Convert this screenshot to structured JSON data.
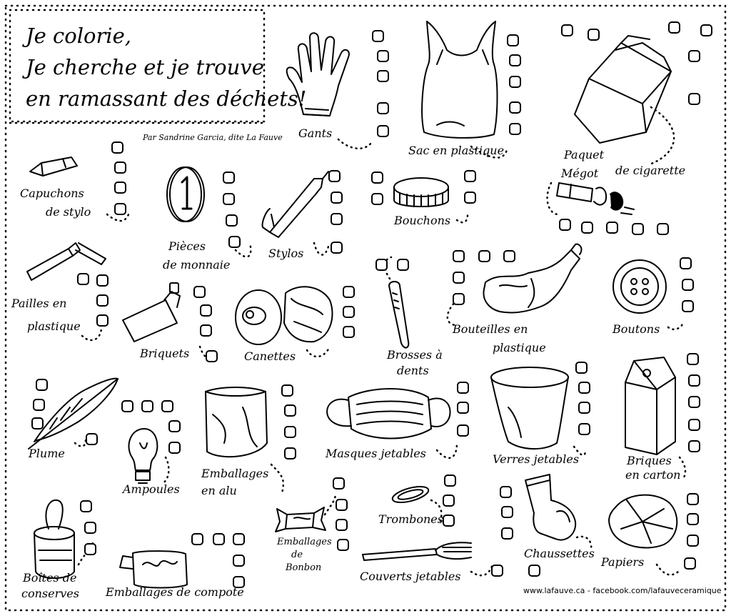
{
  "title": {
    "line1": "Je colorie,",
    "line2": "Je cherche et je trouve",
    "line3": "en ramassant des déchets!"
  },
  "author": "Par Sandrine Garcia, dite La Fauve",
  "credit": "www.lafauve.ca - facebook.com/lafauveceramique",
  "items": {
    "gants": "Gants",
    "sac": "Sac en plastique",
    "paquet_1": "Paquet",
    "paquet_2": "de cigarette",
    "megot": "Mégot",
    "capuchons_1": "Capuchons",
    "capuchons_2": "de stylo",
    "pieces_1": "Pièces",
    "pieces_2": "de monnaie",
    "stylos": "Stylos",
    "bouchons": "Bouchons",
    "pailles_1": "Pailles en",
    "pailles_2": "plastique",
    "briquets": "Briquets",
    "canettes": "Canettes",
    "brosses_1": "Brosses à",
    "brosses_2": "dents",
    "bouteilles_1": "Bouteilles en",
    "bouteilles_2": "plastique",
    "boutons": "Boutons",
    "plume": "Plume",
    "ampoules": "Ampoules",
    "alu_1": "Emballages",
    "alu_2": "en alu",
    "masques": "Masques jetables",
    "verres": "Verres jetables",
    "briques_1": "Briques",
    "briques_2": "en carton",
    "trombones": "Trombones",
    "bonbon_1": "Emballages",
    "bonbon_2": "de",
    "bonbon_3": "Bonbon",
    "chaussettes": "Chaussettes",
    "papiers": "Papiers",
    "conserves_1": "Boîtes de",
    "conserves_2": "conserves",
    "compote": "Emballages de compote",
    "couverts": "Couverts jetables"
  },
  "icons": [
    "glove-icon",
    "plastic-bag-icon",
    "cigarette-pack-icon",
    "cigarette-butt-icon",
    "pen-cap-icon",
    "coin-icon",
    "pen-icon",
    "bottle-cap-icon",
    "straw-icon",
    "lighter-icon",
    "can-icon",
    "toothbrush-icon",
    "plastic-bottle-icon",
    "button-icon",
    "feather-icon",
    "light-bulb-icon",
    "foil-wrap-icon",
    "face-mask-icon",
    "disposable-cup-icon",
    "milk-carton-icon",
    "paper-clip-icon",
    "candy-wrapper-icon",
    "sock-icon",
    "crumpled-paper-icon",
    "tin-can-icon",
    "compote-pouch-icon",
    "plastic-fork-icon"
  ]
}
